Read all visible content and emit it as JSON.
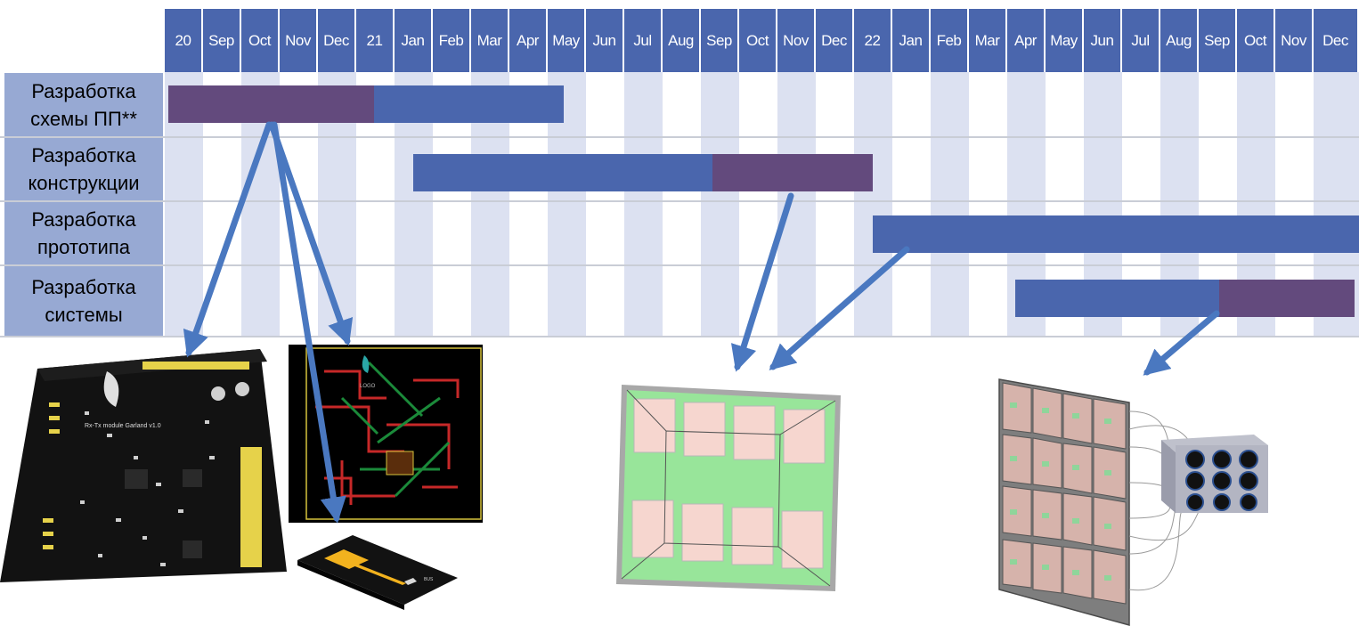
{
  "timeline": {
    "months": [
      "20",
      "Sep",
      "Oct",
      "Nov",
      "Dec",
      "21",
      "Jan",
      "Feb",
      "Mar",
      "Apr",
      "May",
      "Jun",
      "Jul",
      "Aug",
      "Sep",
      "Oct",
      "Nov",
      "Dec",
      "22",
      "Jan",
      "Feb",
      "Mar",
      "Apr",
      "May",
      "Jun",
      "Jul",
      "Aug",
      "Sep",
      "Oct",
      "Nov",
      "Dec"
    ]
  },
  "tasks": [
    {
      "line1": "Разработка",
      "line2": "схемы ПП**"
    },
    {
      "line1": "Разработка",
      "line2": "конструкции"
    },
    {
      "line1": "Разработка",
      "line2": "прототипа"
    },
    {
      "line1": "Разработка",
      "line2": "системы"
    }
  ],
  "images": {
    "pcb_module": {
      "board_text": "Rx-Tx module Garland v1.0"
    },
    "pcb_layout": {
      "board_text": "LOGO"
    },
    "antenna_chip": {
      "board_text": "BUS"
    }
  },
  "colors": {
    "header": "#4a66ad",
    "stripe": "#dce1f1",
    "label_bg": "#97a9d3",
    "bar_blue": "#4a66ad",
    "bar_purple": "#634a7d",
    "arrow": "#4a78c0"
  }
}
